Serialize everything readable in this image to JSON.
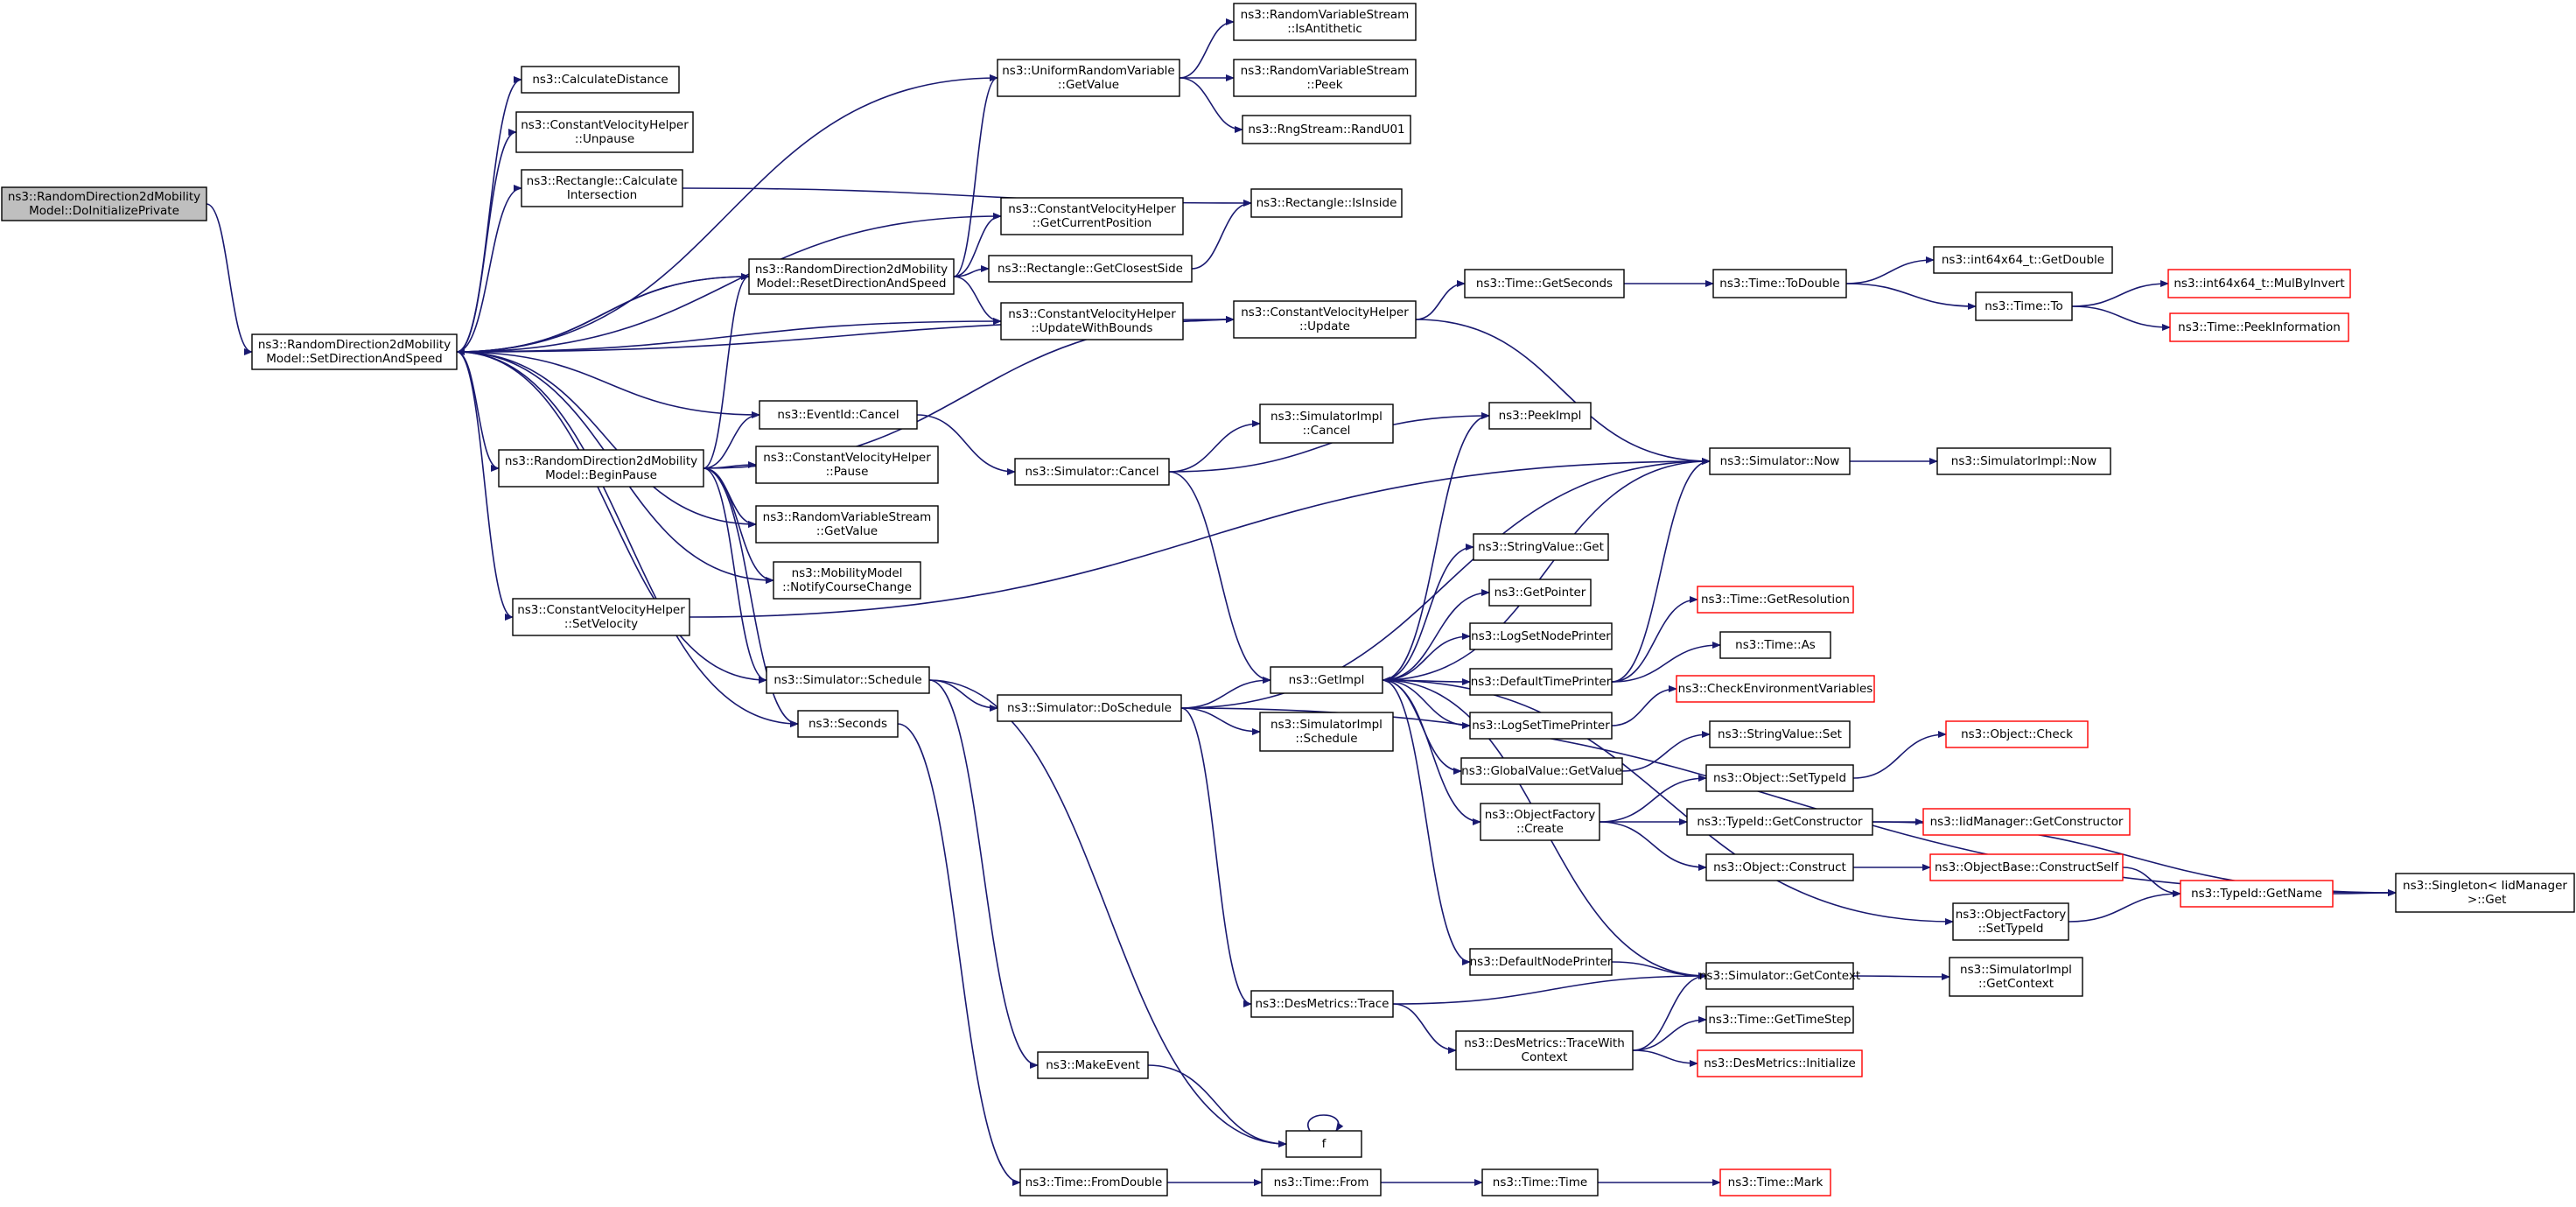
{
  "colors": {
    "node_border": "#000000",
    "node_border_truncated": "#ff0000",
    "root_fill": "#bfbfbf",
    "node_fill": "#ffffff",
    "edge": "#191970"
  },
  "nodes": [
    {
      "id": "root",
      "lines": [
        "ns3::RandomDirection2dMobility",
        "Model::DoInitializePrivate"
      ],
      "root": true
    },
    {
      "id": "setdir",
      "lines": [
        "ns3::RandomDirection2dMobility",
        "Model::SetDirectionAndSpeed"
      ]
    },
    {
      "id": "calcdist",
      "lines": [
        "ns3::CalculateDistance"
      ]
    },
    {
      "id": "cvh_unpause",
      "lines": [
        "ns3::ConstantVelocityHelper",
        "::Unpause"
      ]
    },
    {
      "id": "rect_calc",
      "lines": [
        "ns3::Rectangle::Calculate",
        "Intersection"
      ]
    },
    {
      "id": "reset",
      "lines": [
        "ns3::RandomDirection2dMobility",
        "Model::ResetDirectionAndSpeed"
      ]
    },
    {
      "id": "beginpause",
      "lines": [
        "ns3::RandomDirection2dMobility",
        "Model::BeginPause"
      ]
    },
    {
      "id": "cvh_setvel",
      "lines": [
        "ns3::ConstantVelocityHelper",
        "::SetVelocity"
      ]
    },
    {
      "id": "urv_getvalue",
      "lines": [
        "ns3::UniformRandomVariable",
        "::GetValue"
      ]
    },
    {
      "id": "rvs_isanti",
      "lines": [
        "ns3::RandomVariableStream",
        "::IsAntithetic"
      ]
    },
    {
      "id": "rvs_peek",
      "lines": [
        "ns3::RandomVariableStream",
        "::Peek"
      ]
    },
    {
      "id": "rng_randu01",
      "lines": [
        "ns3::RngStream::RandU01"
      ]
    },
    {
      "id": "cvh_getpos",
      "lines": [
        "ns3::ConstantVelocityHelper",
        "::GetCurrentPosition"
      ]
    },
    {
      "id": "rect_isinside",
      "lines": [
        "ns3::Rectangle::IsInside"
      ]
    },
    {
      "id": "rect_closest",
      "lines": [
        "ns3::Rectangle::GetClosestSide"
      ]
    },
    {
      "id": "cvh_updbounds",
      "lines": [
        "ns3::ConstantVelocityHelper",
        "::UpdateWithBounds"
      ]
    },
    {
      "id": "cvh_update",
      "lines": [
        "ns3::ConstantVelocityHelper",
        "::Update"
      ]
    },
    {
      "id": "time_getsec",
      "lines": [
        "ns3::Time::GetSeconds"
      ]
    },
    {
      "id": "time_todouble",
      "lines": [
        "ns3::Time::ToDouble"
      ]
    },
    {
      "id": "int64_getdouble",
      "lines": [
        "ns3::int64x64_t::GetDouble"
      ]
    },
    {
      "id": "time_to",
      "lines": [
        "ns3::Time::To"
      ]
    },
    {
      "id": "int64_mulbyinv",
      "lines": [
        "ns3::int64x64_t::MulByInvert"
      ],
      "truncated": true
    },
    {
      "id": "time_peekinfo",
      "lines": [
        "ns3::Time::PeekInformation"
      ],
      "truncated": true
    },
    {
      "id": "eventid_cancel",
      "lines": [
        "ns3::EventId::Cancel"
      ]
    },
    {
      "id": "sim_cancel",
      "lines": [
        "ns3::Simulator::Cancel"
      ]
    },
    {
      "id": "simimpl_cancel",
      "lines": [
        "ns3::SimulatorImpl",
        "::Cancel"
      ]
    },
    {
      "id": "peekimpl",
      "lines": [
        "ns3::PeekImpl"
      ]
    },
    {
      "id": "cvh_pause",
      "lines": [
        "ns3::ConstantVelocityHelper",
        "::Pause"
      ]
    },
    {
      "id": "rvs_getvalue",
      "lines": [
        "ns3::RandomVariableStream",
        "::GetValue"
      ]
    },
    {
      "id": "mm_notify",
      "lines": [
        "ns3::MobilityModel",
        "::NotifyCourseChange"
      ]
    },
    {
      "id": "sim_now",
      "lines": [
        "ns3::Simulator::Now"
      ]
    },
    {
      "id": "simimpl_now",
      "lines": [
        "ns3::SimulatorImpl::Now"
      ]
    },
    {
      "id": "strval_get",
      "lines": [
        "ns3::StringValue::Get"
      ]
    },
    {
      "id": "getpointer",
      "lines": [
        "ns3::GetPointer"
      ]
    },
    {
      "id": "time_getres",
      "lines": [
        "ns3::Time::GetResolution"
      ],
      "truncated": true
    },
    {
      "id": "lognodeprinter",
      "lines": [
        "ns3::LogSetNodePrinter"
      ]
    },
    {
      "id": "time_as",
      "lines": [
        "ns3::Time::As"
      ]
    },
    {
      "id": "sim_schedule",
      "lines": [
        "ns3::Simulator::Schedule"
      ]
    },
    {
      "id": "sim_doschedule",
      "lines": [
        "ns3::Simulator::DoSchedule"
      ]
    },
    {
      "id": "getimpl",
      "lines": [
        "ns3::GetImpl"
      ]
    },
    {
      "id": "deftimeprinter",
      "lines": [
        "ns3::DefaultTimePrinter"
      ]
    },
    {
      "id": "checkenv",
      "lines": [
        "ns3::CheckEnvironmentVariables"
      ],
      "truncated": true
    },
    {
      "id": "seconds",
      "lines": [
        "ns3::Seconds"
      ]
    },
    {
      "id": "simimpl_schedule",
      "lines": [
        "ns3::SimulatorImpl",
        "::Schedule"
      ]
    },
    {
      "id": "logtimeprinter",
      "lines": [
        "ns3::LogSetTimePrinter"
      ]
    },
    {
      "id": "strval_set",
      "lines": [
        "ns3::StringValue::Set"
      ]
    },
    {
      "id": "globalval_get",
      "lines": [
        "ns3::GlobalValue::GetValue"
      ]
    },
    {
      "id": "obj_check",
      "lines": [
        "ns3::Object::Check"
      ],
      "truncated": true
    },
    {
      "id": "obj_settypeid",
      "lines": [
        "ns3::Object::SetTypeId"
      ]
    },
    {
      "id": "objfactory_create",
      "lines": [
        "ns3::ObjectFactory",
        "::Create"
      ]
    },
    {
      "id": "typeid_getctor",
      "lines": [
        "ns3::TypeId::GetConstructor"
      ]
    },
    {
      "id": "iidmgr_getctor",
      "lines": [
        "ns3::IidManager::GetConstructor"
      ],
      "truncated": true
    },
    {
      "id": "obj_construct",
      "lines": [
        "ns3::Object::Construct"
      ]
    },
    {
      "id": "objbase_construct",
      "lines": [
        "ns3::ObjectBase::ConstructSelf"
      ],
      "truncated": true
    },
    {
      "id": "typeid_getname",
      "lines": [
        "ns3::TypeId::GetName"
      ],
      "truncated": true
    },
    {
      "id": "singleton_get",
      "lines": [
        "ns3::Singleton< IidManager",
        " >::Get"
      ]
    },
    {
      "id": "objfactory_settype",
      "lines": [
        "ns3::ObjectFactory",
        "::SetTypeId"
      ]
    },
    {
      "id": "defnodeprinter",
      "lines": [
        "ns3::DefaultNodePrinter"
      ]
    },
    {
      "id": "sim_getcontext",
      "lines": [
        "ns3::Simulator::GetContext"
      ]
    },
    {
      "id": "simimpl_getctx",
      "lines": [
        "ns3::SimulatorImpl",
        "::GetContext"
      ]
    },
    {
      "id": "desm_trace",
      "lines": [
        "ns3::DesMetrics::Trace"
      ]
    },
    {
      "id": "desm_tracewith",
      "lines": [
        "ns3::DesMetrics::TraceWith",
        "Context"
      ]
    },
    {
      "id": "time_gettimestep",
      "lines": [
        "ns3::Time::GetTimeStep"
      ]
    },
    {
      "id": "desm_init",
      "lines": [
        "ns3::DesMetrics::Initialize"
      ],
      "truncated": true
    },
    {
      "id": "makeevent",
      "lines": [
        "ns3::MakeEvent"
      ]
    },
    {
      "id": "f",
      "lines": [
        "f"
      ]
    },
    {
      "id": "time_fromdouble",
      "lines": [
        "ns3::Time::FromDouble"
      ]
    },
    {
      "id": "time_from",
      "lines": [
        "ns3::Time::From"
      ]
    },
    {
      "id": "time_time",
      "lines": [
        "ns3::Time::Time"
      ]
    },
    {
      "id": "time_mark",
      "lines": [
        "ns3::Time::Mark"
      ],
      "truncated": true
    }
  ]
}
